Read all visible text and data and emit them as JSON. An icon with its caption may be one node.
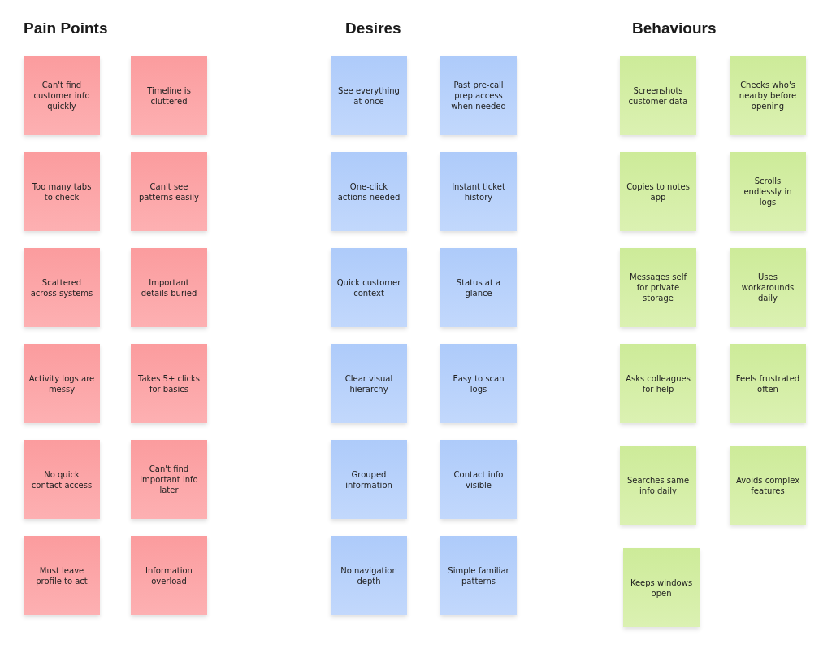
{
  "diagram": {
    "nodes": [
      {
        "text": [
          "Can't find customer info quickly"
        ]
      },
      {
        "text": [
          "Timeline is cluttered"
        ]
      },
      {
        "text": [
          "Too many tabs to check"
        ]
      },
      {
        "text": [
          "Can't see patterns easily"
        ]
      },
      {
        "text": [
          "Scattered across systems"
        ]
      },
      {
        "text": [
          "Important details buried"
        ]
      },
      {
        "text": [
          "Activity logs are messy"
        ]
      },
      {
        "text": [
          "Takes 5+ clicks for basics"
        ]
      },
      {
        "text": [
          "No quick contact access"
        ]
      },
      {
        "text": [
          "Can't find important info later"
        ]
      },
      {
        "text": [
          "Must leave profile to act"
        ]
      },
      {
        "text": [
          "Information overload"
        ]
      },
      {
        "text": [
          "See everything at once"
        ]
      },
      {
        "text": [
          "Past pre-call prep access when needed"
        ]
      },
      {
        "text": [
          "One-click actions needed"
        ]
      },
      {
        "text": [
          "Instant ticket history"
        ]
      },
      {
        "text": [
          "Quick customer context"
        ]
      },
      {
        "text": [
          "Status at a glance"
        ]
      },
      {
        "text": [
          "Clear visual hierarchy"
        ]
      },
      {
        "text": [
          "Easy to scan logs"
        ]
      },
      {
        "text": [
          "Grouped information"
        ]
      },
      {
        "text": [
          "Contact info visible"
        ]
      },
      {
        "text": [
          "No navigation depth"
        ]
      },
      {
        "text": [
          "Simple familiar patterns"
        ]
      },
      {
        "text": [
          "Screenshots customer data"
        ]
      },
      {
        "text": [
          "Checks who's nearby before opening"
        ]
      },
      {
        "text": [
          "Copies to notes app"
        ]
      },
      {
        "text": [
          "Scrolls endlessly in logs"
        ]
      },
      {
        "text": [
          "Messages self for private storage"
        ]
      },
      {
        "text": [
          "Uses workarounds daily"
        ]
      },
      {
        "text": [
          "Asks colleagues for help"
        ]
      },
      {
        "text": [
          "Feels frustrated often"
        ]
      },
      {
        "text": [
          "Searches same info daily"
        ]
      },
      {
        "text": [
          "Avoids complex features"
        ]
      },
      {
        "text": [
          "Keeps windows open"
        ]
      }
    ],
    "labels": [
      "Pain Points",
      "Desires",
      "Behaviours"
    ]
  }
}
